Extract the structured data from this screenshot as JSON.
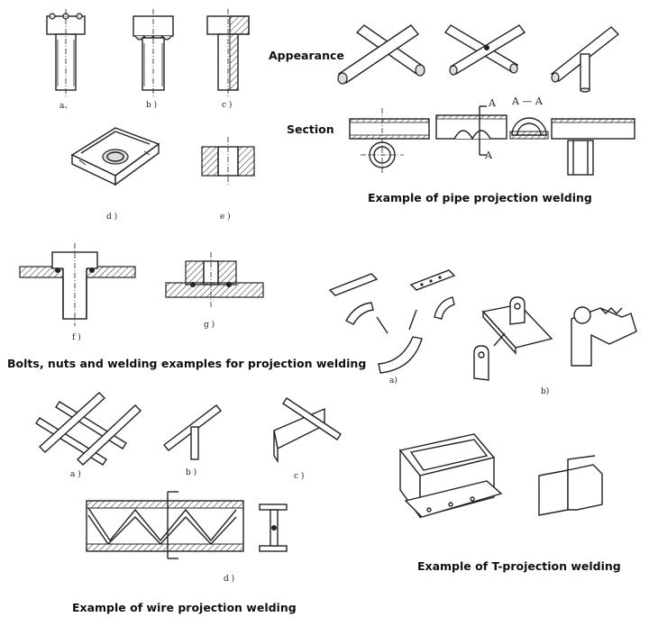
{
  "captions": {
    "bolts_nuts": "Bolts, nuts and welding examples for projection welding",
    "pipe": "Example of pipe projection welding",
    "wire": "Example of wire projection welding",
    "t_projection": "Example of T-projection welding"
  },
  "pipe_rows": {
    "appearance": "Appearance",
    "section": "Section"
  },
  "section_marks": {
    "a_top": "A",
    "a_bottom": "A",
    "aa": "A — A"
  },
  "sub_labels": {
    "bolt_a": "a、",
    "bolt_b": "b )",
    "bolt_c": "c )",
    "bolt_d": "d )",
    "bolt_e": "e )",
    "bolt_f": "f )",
    "bolt_g": "g )",
    "t_a": "a)",
    "t_b": "b)",
    "wire_a": "a )",
    "wire_b": "b )",
    "wire_c": "c )",
    "wire_d": "d )"
  }
}
